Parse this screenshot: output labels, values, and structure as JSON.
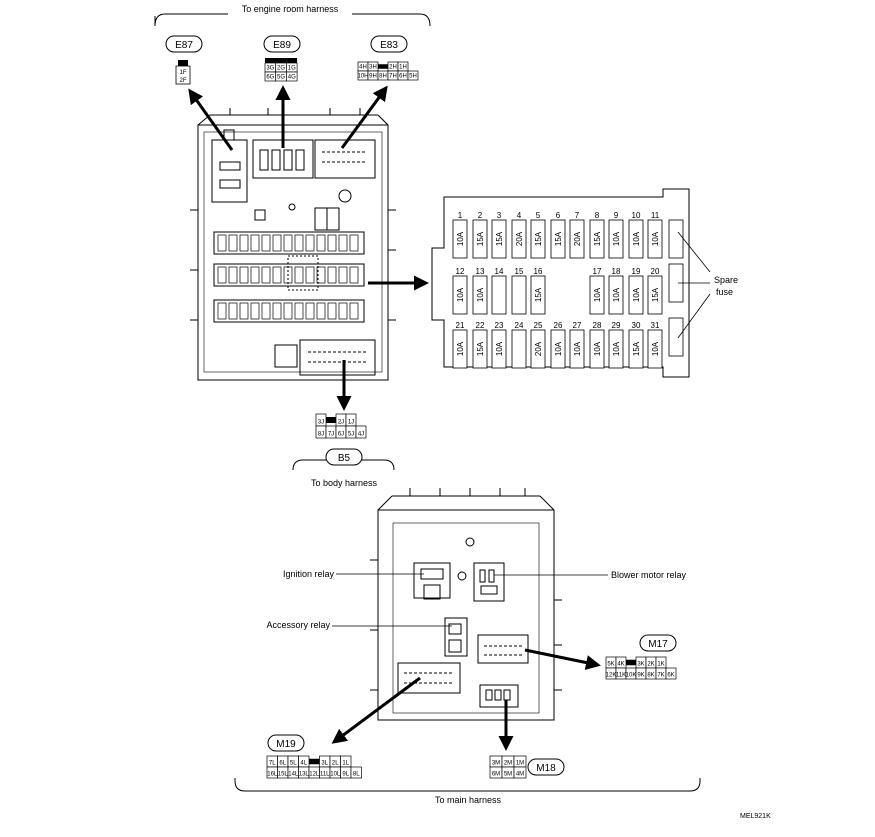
{
  "harness_top": "To engine room harness",
  "harness_mid": "To body harness",
  "harness_bottom": "To main harness",
  "figure_code": "MEL921K",
  "spare_fuse": [
    "Spare",
    "fuse"
  ],
  "connectors": {
    "e87": {
      "name": "E87",
      "pins": [
        "1F",
        "2F"
      ]
    },
    "e89": {
      "name": "E89",
      "pins": [
        "3G",
        "2G",
        "1G",
        "6G",
        "5G",
        "4G"
      ]
    },
    "e83": {
      "name": "E83",
      "row1": [
        "4H",
        "3H",
        "",
        "2H",
        "1H"
      ],
      "row2": [
        "10H",
        "9H",
        "8H",
        "7H",
        "6H",
        "5H"
      ]
    },
    "b5": {
      "name": "B5",
      "row1": [
        "3J",
        "",
        "2J",
        "1J"
      ],
      "row2": [
        "8J",
        "7J",
        "6J",
        "5J",
        "4J"
      ]
    },
    "m17": {
      "name": "M17",
      "row1": [
        "5K",
        "4K",
        "",
        "3K",
        "2K",
        "1K"
      ],
      "row2": [
        "12K",
        "11K",
        "10K",
        "9K",
        "8K",
        "7K",
        "6K"
      ]
    },
    "m19": {
      "name": "M19",
      "row1": [
        "7L",
        "6L",
        "5L",
        "4L",
        "",
        "3L",
        "2L",
        "1L"
      ],
      "row2": [
        "16L",
        "15L",
        "14L",
        "13L",
        "12L",
        "11L",
        "10L",
        "9L",
        "8L"
      ]
    },
    "m18": {
      "name": "M18",
      "row1": [
        "3M",
        "2M",
        "1M"
      ],
      "row2": [
        "6M",
        "5M",
        "4M"
      ]
    }
  },
  "relays": {
    "ignition": "Ignition relay",
    "accessory": "Accessory relay",
    "blower": "Blower motor relay"
  },
  "fuses": {
    "row1": [
      {
        "n": "1",
        "a": "10A"
      },
      {
        "n": "2",
        "a": "15A"
      },
      {
        "n": "3",
        "a": "15A"
      },
      {
        "n": "4",
        "a": "20A"
      },
      {
        "n": "5",
        "a": "15A"
      },
      {
        "n": "6",
        "a": "15A"
      },
      {
        "n": "7",
        "a": "20A"
      },
      {
        "n": "8",
        "a": "15A"
      },
      {
        "n": "9",
        "a": "10A"
      },
      {
        "n": "10",
        "a": "10A"
      },
      {
        "n": "11",
        "a": "10A"
      }
    ],
    "row2": [
      {
        "n": "12",
        "a": "10A"
      },
      {
        "n": "13",
        "a": "10A"
      },
      {
        "n": "14",
        "a": ""
      },
      {
        "n": "15",
        "a": ""
      },
      {
        "n": "16",
        "a": "15A"
      },
      {
        "n": "17",
        "a": "10A"
      },
      {
        "n": "18",
        "a": "10A"
      },
      {
        "n": "19",
        "a": "10A"
      },
      {
        "n": "20",
        "a": "15A"
      }
    ],
    "row3": [
      {
        "n": "21",
        "a": "10A"
      },
      {
        "n": "22",
        "a": "15A"
      },
      {
        "n": "23",
        "a": "10A"
      },
      {
        "n": "24",
        "a": ""
      },
      {
        "n": "25",
        "a": "20A"
      },
      {
        "n": "26",
        "a": "10A"
      },
      {
        "n": "27",
        "a": "10A"
      },
      {
        "n": "28",
        "a": "10A"
      },
      {
        "n": "29",
        "a": "10A"
      },
      {
        "n": "30",
        "a": "15A"
      },
      {
        "n": "31",
        "a": "10A"
      }
    ]
  }
}
